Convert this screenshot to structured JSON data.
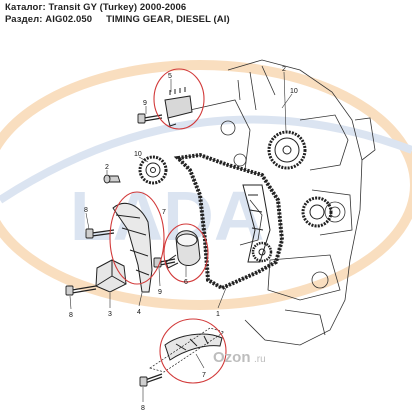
{
  "header": {
    "catalog_label": "Каталог:",
    "catalog_value": "Transit GY (Turkey) 2000-2006",
    "section_label": "Раздел:",
    "section_code": "AIG02.050",
    "section_title": "TIMING GEAR, DIESEL (AI)"
  },
  "callouts": [
    "5",
    "9",
    "2",
    "10",
    "10",
    "8",
    "1",
    "6",
    "7",
    "9",
    "4",
    "3",
    "8",
    "7",
    "8",
    "2"
  ],
  "watermark": {
    "brand": "Ozon",
    "tld": ".ru"
  },
  "colors": {
    "highlight_circle": "#d23a3a",
    "line_art": "#333333",
    "watermark_orange": "#f0a24a",
    "watermark_blue": "#9ab3d8"
  }
}
